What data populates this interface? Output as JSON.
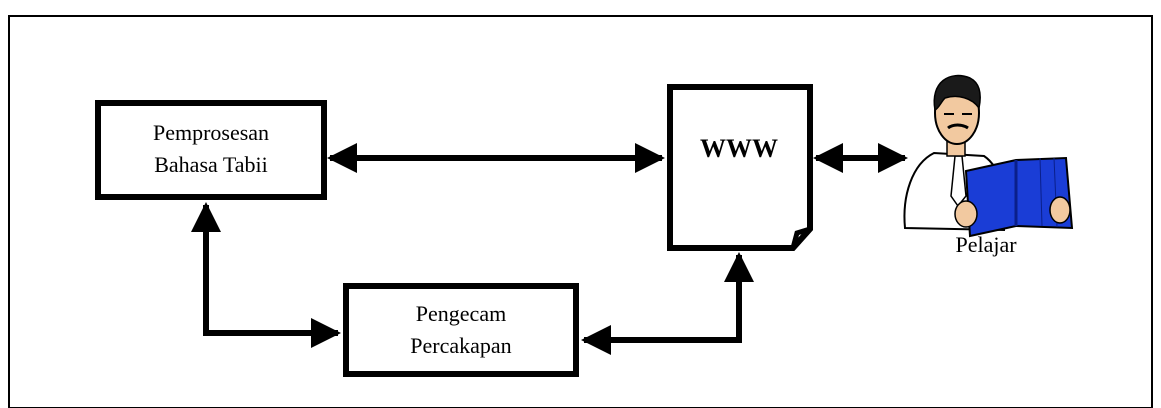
{
  "diagram": {
    "nodes": {
      "nlp": {
        "line1": "Pemprosesan",
        "line2": "Bahasa Tabii"
      },
      "speech": {
        "line1": "Pengecam",
        "line2": "Percakapan"
      },
      "www": {
        "label": "WWW"
      },
      "learner": {
        "label": "Pelajar"
      }
    },
    "colors": {
      "stroke": "#000000",
      "book": "#1a3dd6",
      "book_dark": "#0a1f8a",
      "shirt": "#ffffff",
      "skin": "#f2c9a0",
      "hair": "#1a1a1a"
    }
  }
}
